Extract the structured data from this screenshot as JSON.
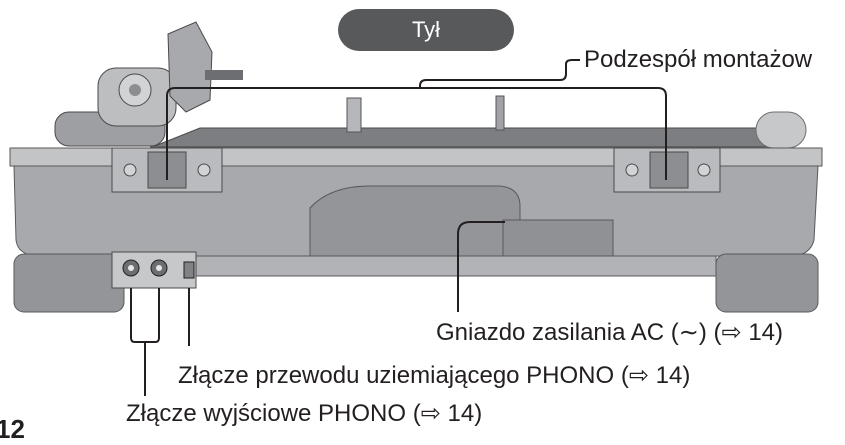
{
  "header": {
    "view_label": "Tył"
  },
  "labels": {
    "mount_assembly": "Podzespół montażow",
    "ac_inlet": "Gniazdo zasilania AC (∼) (⇨ 14)",
    "ground_terminal": "Złącze przewodu uziemiającego PHONO (⇨ 14)",
    "phono_output": "Złącze wyjściowe PHONO (⇨ 14)",
    "page_number": "12"
  },
  "colors": {
    "body": "#a7a9ac",
    "dark": "#6d6e71",
    "leader": "#231f20",
    "pill": "#58595b"
  }
}
